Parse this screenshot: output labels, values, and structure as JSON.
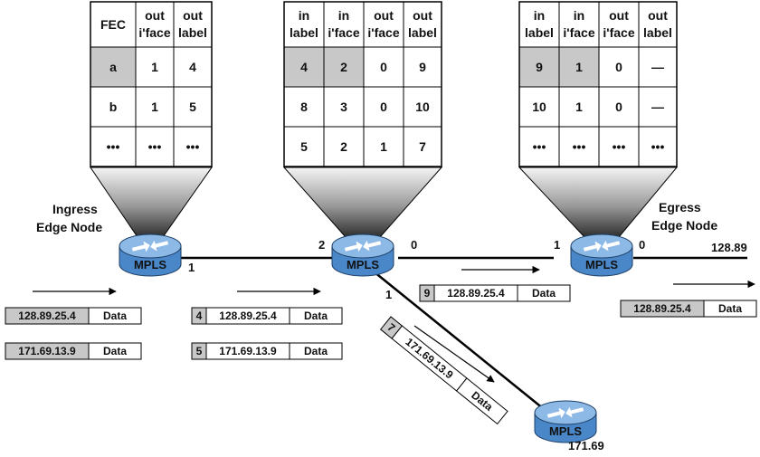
{
  "tables": [
    {
      "id": "ingress",
      "headers": [
        [
          "FEC"
        ],
        [
          "out",
          "i'face"
        ],
        [
          "out",
          "label"
        ]
      ],
      "rows": [
        {
          "cells": [
            "a",
            "1",
            "4"
          ],
          "shaded": [
            true,
            false,
            false
          ]
        },
        {
          "cells": [
            "b",
            "1",
            "5"
          ],
          "shaded": [
            false,
            false,
            false
          ]
        },
        {
          "cells": [
            "•••",
            "•••",
            "•••"
          ],
          "shaded": [
            false,
            false,
            false
          ]
        }
      ]
    },
    {
      "id": "core",
      "headers": [
        [
          "in",
          "label"
        ],
        [
          "in",
          "i'face"
        ],
        [
          "out",
          "i'face"
        ],
        [
          "out",
          "label"
        ]
      ],
      "rows": [
        {
          "cells": [
            "4",
            "2",
            "0",
            "9"
          ],
          "shaded": [
            true,
            true,
            false,
            false
          ]
        },
        {
          "cells": [
            "8",
            "3",
            "0",
            "10"
          ],
          "shaded": [
            false,
            false,
            false,
            false
          ]
        },
        {
          "cells": [
            "5",
            "2",
            "1",
            "7"
          ],
          "shaded": [
            false,
            false,
            false,
            false
          ]
        }
      ]
    },
    {
      "id": "egress",
      "headers": [
        [
          "in",
          "label"
        ],
        [
          "in",
          "i'face"
        ],
        [
          "out",
          "i'face"
        ],
        [
          "out",
          "label"
        ]
      ],
      "rows": [
        {
          "cells": [
            "9",
            "1",
            "0",
            "—"
          ],
          "shaded": [
            true,
            true,
            false,
            false
          ]
        },
        {
          "cells": [
            "10",
            "1",
            "0",
            "—"
          ],
          "shaded": [
            false,
            false,
            false,
            false
          ]
        },
        {
          "cells": [
            "•••",
            "•••",
            "•••",
            "•••"
          ],
          "shaded": [
            false,
            false,
            false,
            false
          ]
        }
      ]
    }
  ],
  "labels": {
    "ingress_line1": "Ingress",
    "ingress_line2": "Edge Node",
    "egress_line1": "Egress",
    "egress_line2": "Edge Node",
    "dest_top": "128.89",
    "dest_bottom": "171.69"
  },
  "ports": {
    "ingress_out": "1",
    "core_in": "2",
    "core_out_0": "0",
    "core_out_1": "1",
    "egress_in": "1",
    "egress_out": "0"
  },
  "routers": {
    "label": "MPLS"
  },
  "packets": {
    "in_a": {
      "address": "128.89.25.4",
      "data": "Data"
    },
    "in_b": {
      "address": "171.69.13.9",
      "data": "Data"
    },
    "hop1_a": {
      "label": "4",
      "address": "128.89.25.4",
      "data": "Data"
    },
    "hop1_b": {
      "label": "5",
      "address": "171.69.13.9",
      "data": "Data"
    },
    "hop2_a": {
      "label": "9",
      "address": "128.89.25.4",
      "data": "Data"
    },
    "hop2_b": {
      "label": "7",
      "address": "171.69.13.9",
      "data": "Data"
    },
    "out_a": {
      "address": "128.89.25.4",
      "data": "Data"
    }
  },
  "colors": {
    "shade": "#c8c8c8",
    "router_body": "#4a87c8",
    "router_top": "#8db9e6",
    "funnel_light": "#f2f2f2",
    "funnel_dark": "#3a3a3a",
    "line": "#000000"
  }
}
